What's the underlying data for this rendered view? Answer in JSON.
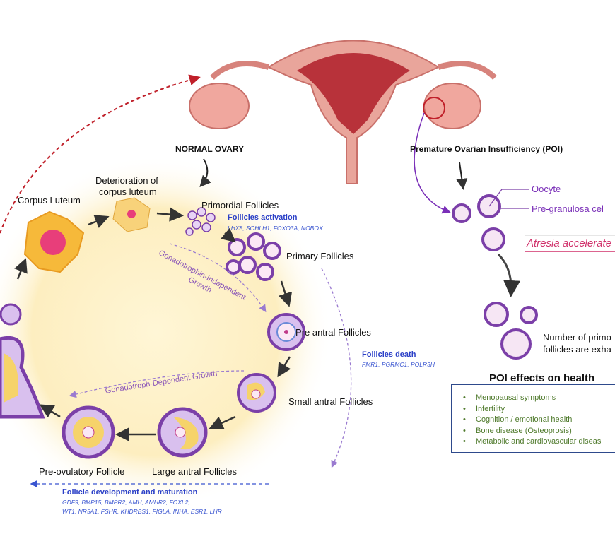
{
  "labels": {
    "normal_ovary": "NORMAL OVARY",
    "poi_title": "Premature Ovarian Insufficiency (POI)",
    "deterioration": [
      "Deterioration of",
      "corpus luteum"
    ],
    "corpus_luteum": "Corpus Luteum",
    "primordial": "Primordial Follicles",
    "primary": "Primary Follicles",
    "preantral": "Pre antral Follicles",
    "small_antral": "Small antral Follicles",
    "large_antral": "Large antral Follicles",
    "preovulatory": "Pre-ovulatory Follicle",
    "gonadotrophin_independent": [
      "Gonadotrophin-Independent",
      "Growth"
    ],
    "gonadotroph_dependent": "Gonadotroph-Dependent Growth"
  },
  "gene_groups": {
    "activation": {
      "title": "Follicles activation",
      "genes": "LHX8, SOHLH1, FOXO3A, NOBOX"
    },
    "death": {
      "title": "Follicles death",
      "genes": "FMR1, PGRMC1, POLR3H"
    },
    "development": {
      "title": "Follicle development and maturation",
      "genes": [
        "GDF9, BMP15, BMPR2, AMH, AMHR2, FOXL2,",
        "WT1, NR5A1, FSHR, KHDRBS1, FIGLA, INHA, ESR1, LHR"
      ]
    }
  },
  "poi": {
    "oocyte": "Oocyte",
    "pregranulosa": "Pre-granulosa cel",
    "atresia": "Atresia accelerate",
    "exhausted": [
      "Number of primo",
      "follicles are exha"
    ]
  },
  "health": {
    "title": "POI effects on health",
    "items": [
      "Menopausal symptoms",
      "Infertility",
      "Cognition / emotional health",
      "Bone disease (Osteoprosis)",
      "Metabolic and cardiovascular diseas"
    ]
  },
  "colors": {
    "follicle": "#7b3fa8",
    "gene_text": "#2a3fc7",
    "atresia": "#d0306a",
    "health_text": "#4f7a2c",
    "dashed_red": "#c0202a"
  }
}
